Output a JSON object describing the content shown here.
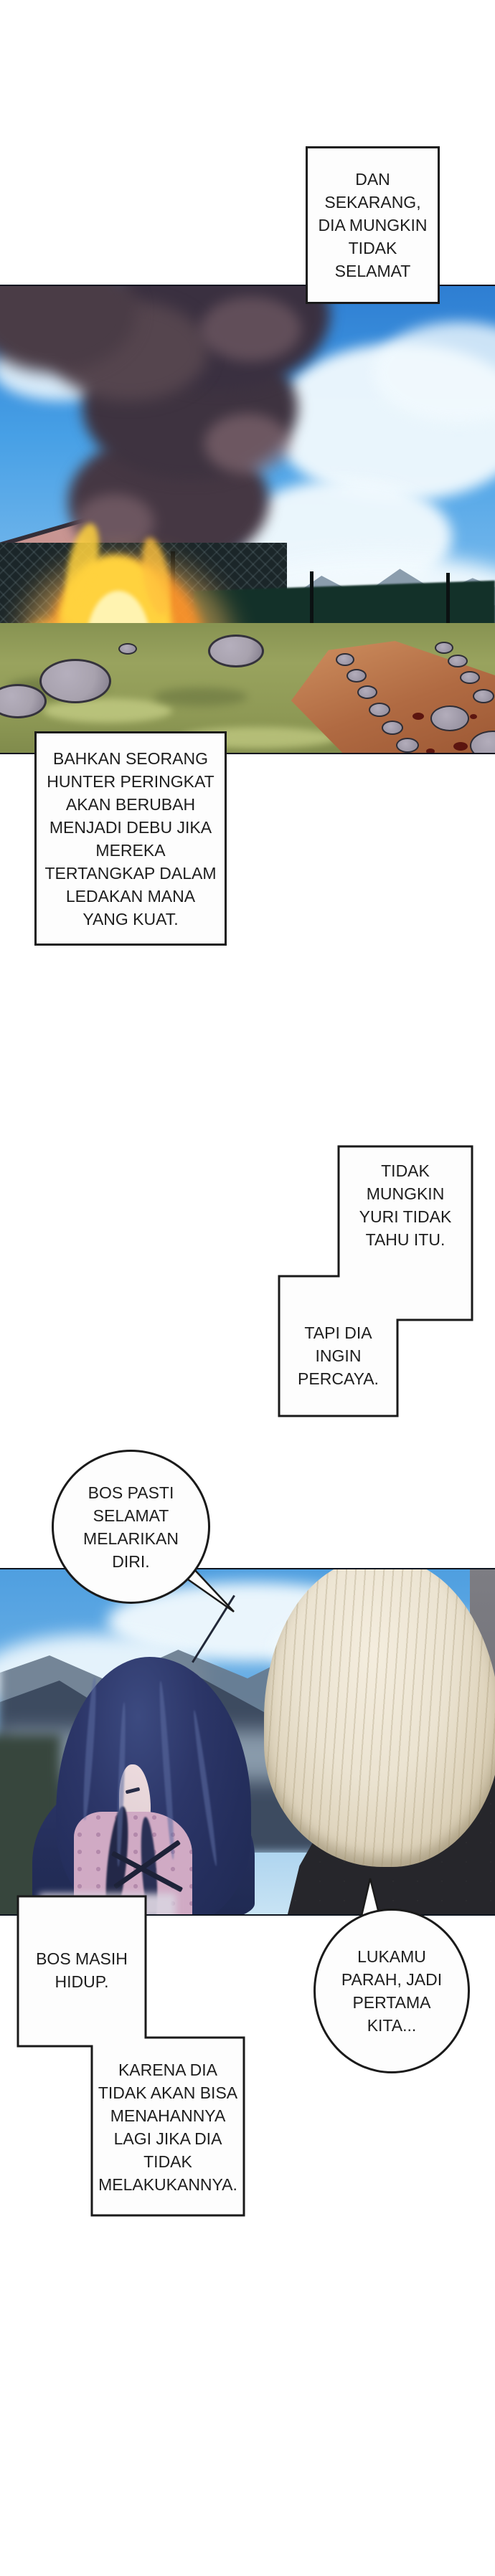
{
  "page": {
    "kind": "webtoon-episode-page",
    "background": "#ffffff"
  },
  "bubbles": {
    "b1": {
      "shape": "rectangle",
      "text": "DAN\nSEKARANG,\nDIA MUNGKIN\nTIDAK\nSELAMAT"
    },
    "b2": {
      "shape": "rectangle",
      "text": "BAHKAN SEORANG\nHUNTER PERINGKAT\nAKAN BERUBAH\nMENJADI DEBU JIKA\nMEREKA\nTERTANGKAP DALAM\nLEDAKAN MANA\nYANG KUAT."
    },
    "b3": {
      "shape": "stepped-rectangle",
      "text": "TIDAK\nMUNGKIN\nYURI TIDAK\nTAHU ITU."
    },
    "b4": {
      "shape": "stepped-rectangle",
      "text": "TAPI DIA\nINGIN\nPERCAYA."
    },
    "b5": {
      "shape": "ellipse-with-tail",
      "text": "BOS PASTI\nSELAMAT\nMELARIKAN\nDIRI."
    },
    "b6": {
      "shape": "stepped-rectangle",
      "text": "BOS MASIH\nHIDUP."
    },
    "b7": {
      "shape": "ellipse-with-tail",
      "text": "LUKAMU\nPARAH, JADI\nPERTAMA\nKITA..."
    },
    "b8": {
      "shape": "stepped-rectangle",
      "text": "KARENA DIA\nTIDAK AKAN BISA\nMENAHANNYA\nLAGI JIKA DIA\nTIDAK\nMELAKUKANNYA."
    }
  },
  "panels": {
    "panel1": {
      "description": "burning barn with huge dark smoke plume, blue sky, grass field, stone-lined dirt path, mountains"
    },
    "panel2": {
      "description": "two characters seen from behind - long navy-haired girl and pale blonde bob-haired person in dark jacket - before blue sky and dark mountains"
    }
  },
  "palette": {
    "paper": "#ffffff",
    "ink": "#1a1a1a",
    "bubble": "#fdfdfd",
    "sky-top": "#2e7ed2",
    "sky-mid": "#47a0e6",
    "sky-low": "#a8d4f0",
    "sky-horiz": "#d4ebf7",
    "cloud": "#f2fafe",
    "smoke-dark": "#3e3340",
    "smoke-mid": "#544550",
    "smoke-light": "#8d7078",
    "bldg": "#c5918e",
    "bldg-line": "#332e38",
    "fire-core": "#fff3b0",
    "fire-yellow": "#ffd23e",
    "fire-orange": "#ff9429",
    "fire-glow": "#ffbf5e",
    "fence": "#1b2629",
    "hedge": "#133129",
    "grass": "#99a35e",
    "grass-light": "#c0c981",
    "grass-dark": "#6d7942",
    "stone": "#a8a2ae",
    "stone-edge": "#34323c",
    "path": "#b06a42",
    "blood": "#5c150f",
    "mtn1": "#8093a5",
    "mtn2": "#57697c",
    "sky2-top": "#4f9fe0",
    "sky2-low": "#c9e4f4",
    "mtn3": "#68798c",
    "mtn4": "#3d4b60",
    "mist": "#a9bccb",
    "navy": "#2c3668",
    "navy-deep": "#1f2a52",
    "navy-hi": "#5d6da2",
    "face": "#e3d2d6",
    "pink": "#d0aac4",
    "pink-dot": "#b389ab",
    "blonde": "#ebe3d1",
    "blonde-sh": "#c9bc9e",
    "jacket": "#26262b",
    "grey-band": "#73737a",
    "foliage": "#37463d",
    "lavender": "#d9d2df"
  }
}
